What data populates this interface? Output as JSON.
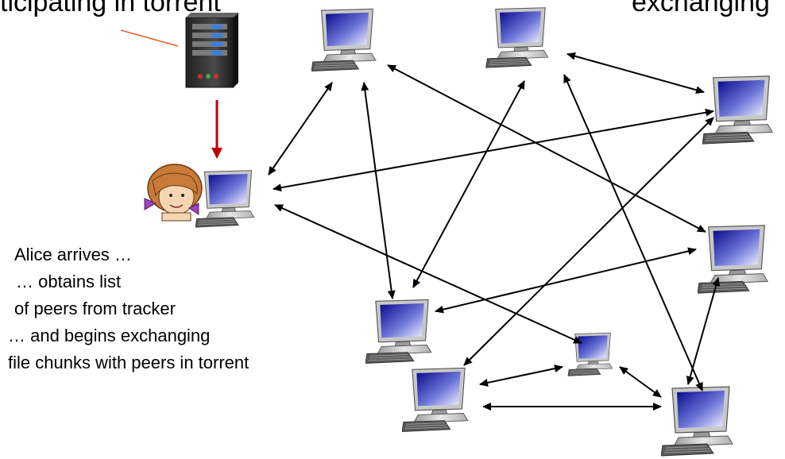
{
  "header": {
    "left_fragment": "ticipating in torrent",
    "right_fragment": "exchanging"
  },
  "alice_note": {
    "line1": "Alice arrives  …",
    "line2": "… obtains list",
    "line3": "of peers from tracker",
    "line4": "… and begins exchanging",
    "line5": "file chunks with peers in torrent"
  },
  "colors": {
    "tracker_arrow": "#c00000",
    "peer_arrow": "#000000",
    "pointer_line": "#e06030",
    "screen": "#3a3ac8"
  },
  "icons": {
    "tracker": "server-tower-icon",
    "peer": "desktop-computer-icon",
    "alice": "cartoon-girl-icon"
  }
}
